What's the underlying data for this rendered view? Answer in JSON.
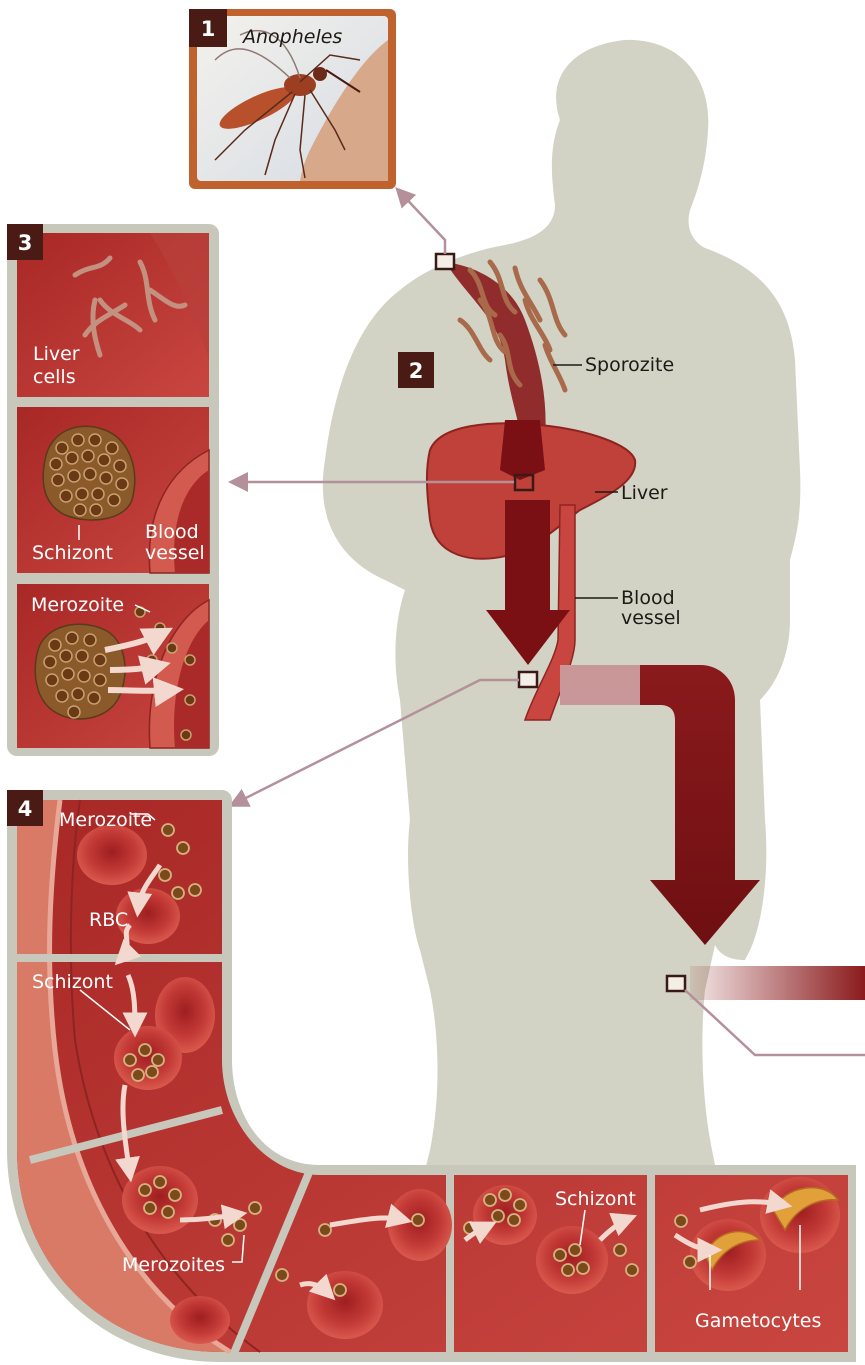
{
  "figure": {
    "badges": {
      "step1": "1",
      "step2": "2",
      "step3": "3",
      "step4": "4"
    },
    "labels": {
      "anopheles": "Anopheles",
      "sporozite": "Sporozite",
      "liver": "Liver",
      "blood_vessel_line1": "Blood",
      "blood_vessel_line2": "vessel",
      "liver_cells_line1": "Liver",
      "liver_cells_line2": "cells",
      "schizont_liver": "Schizont",
      "blood_vessel_panel_line1": "Blood",
      "blood_vessel_panel_line2": "vessel",
      "merozoite_liver": "Merozoite",
      "merozoite_blood": "Merozoite",
      "rbc": "RBC",
      "schizont_blood": "Schizont",
      "merozoites": "Merozoites",
      "schizont_late": "Schizont",
      "gametocytes": "Gametocytes"
    },
    "colors": {
      "silhouette": "#d2d3c4",
      "frame_border": "#8a8a7e",
      "blood_red": "#b3302e",
      "dark_red_arrow": "#7a1014",
      "mosquito_frame": "#c0622e",
      "badge": "#4a1a14",
      "pointer_line": "#b3909a"
    }
  }
}
